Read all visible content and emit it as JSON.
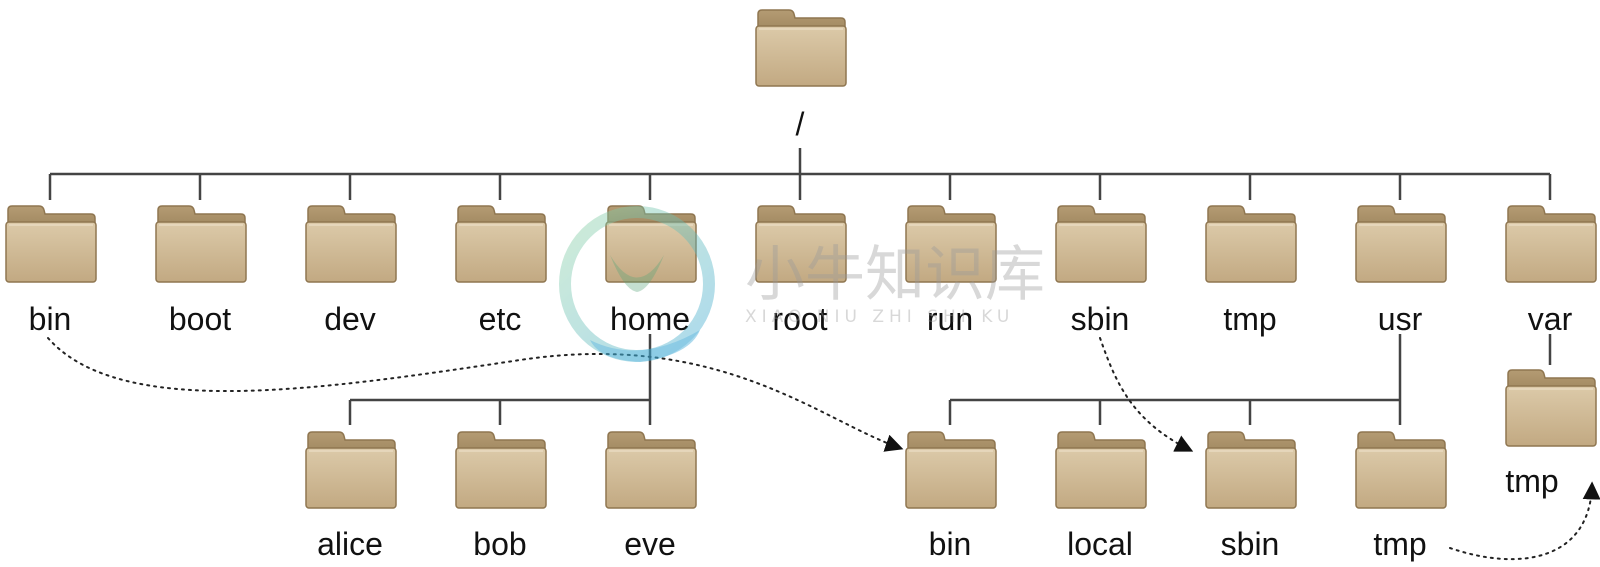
{
  "root": {
    "label": "/",
    "icon": "folder-icon"
  },
  "top_level": [
    {
      "id": "bin",
      "label": "bin"
    },
    {
      "id": "boot",
      "label": "boot"
    },
    {
      "id": "dev",
      "label": "dev"
    },
    {
      "id": "etc",
      "label": "etc"
    },
    {
      "id": "home",
      "label": "home"
    },
    {
      "id": "root",
      "label": "root"
    },
    {
      "id": "run",
      "label": "run"
    },
    {
      "id": "sbin",
      "label": "sbin"
    },
    {
      "id": "tmp",
      "label": "tmp"
    },
    {
      "id": "usr",
      "label": "usr"
    },
    {
      "id": "var",
      "label": "var"
    }
  ],
  "home_children": [
    {
      "id": "alice",
      "label": "alice"
    },
    {
      "id": "bob",
      "label": "bob"
    },
    {
      "id": "eve",
      "label": "eve"
    }
  ],
  "usr_children": [
    {
      "id": "usr-bin",
      "label": "bin"
    },
    {
      "id": "usr-local",
      "label": "local"
    },
    {
      "id": "usr-sbin",
      "label": "sbin"
    },
    {
      "id": "usr-tmp",
      "label": "tmp"
    }
  ],
  "var_children": [
    {
      "id": "var-tmp",
      "label": "tmp"
    }
  ],
  "links": [
    {
      "from": "bin",
      "to": "usr-bin"
    },
    {
      "from": "sbin",
      "to": "usr-sbin"
    },
    {
      "from": "usr-tmp",
      "to": "var-tmp"
    }
  ],
  "watermark": {
    "title": "小牛知识库",
    "subtitle": "XIAO NIU ZHI SHI KU"
  },
  "colors": {
    "folder_light": "#d8c6a6",
    "folder_dark": "#b9a07a",
    "folder_tab": "#a98e62",
    "folder_edge": "#8f7650",
    "line": "#444444"
  }
}
